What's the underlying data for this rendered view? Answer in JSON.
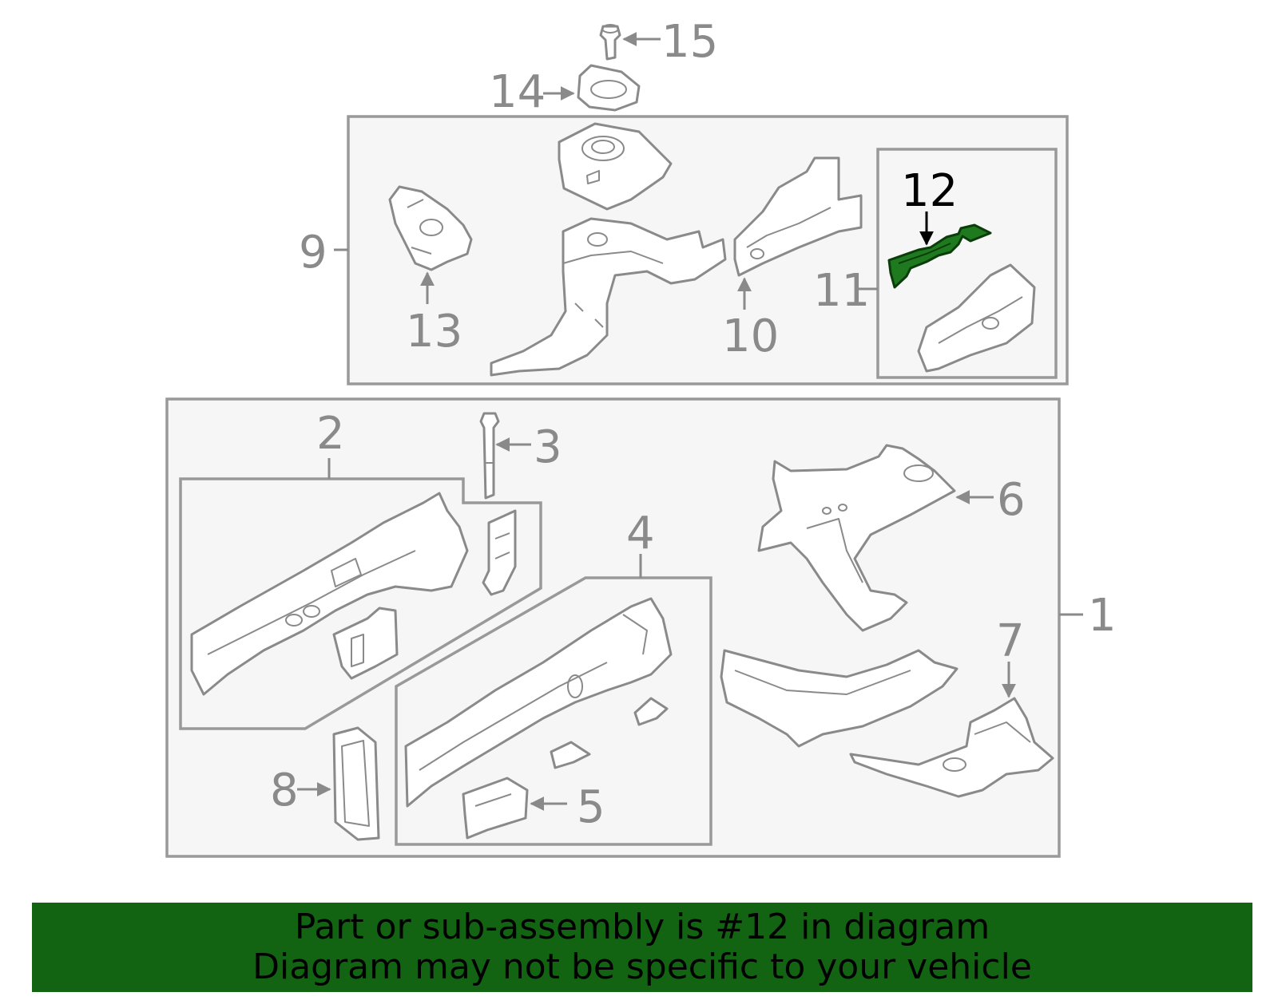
{
  "diagram": {
    "highlight_color": "#1f7a1f",
    "callouts": {
      "c1": "1",
      "c2": "2",
      "c3": "3",
      "c4": "4",
      "c5": "5",
      "c6": "6",
      "c7": "7",
      "c8": "8",
      "c9": "9",
      "c10": "10",
      "c11": "11",
      "c12": "12",
      "c13": "13",
      "c14": "14",
      "c15": "15"
    },
    "highlighted_part": "12"
  },
  "banner": {
    "line1": "Part or sub-assembly is #12 in diagram",
    "line2": "Diagram may not be specific to your vehicle",
    "background": "#126412"
  }
}
